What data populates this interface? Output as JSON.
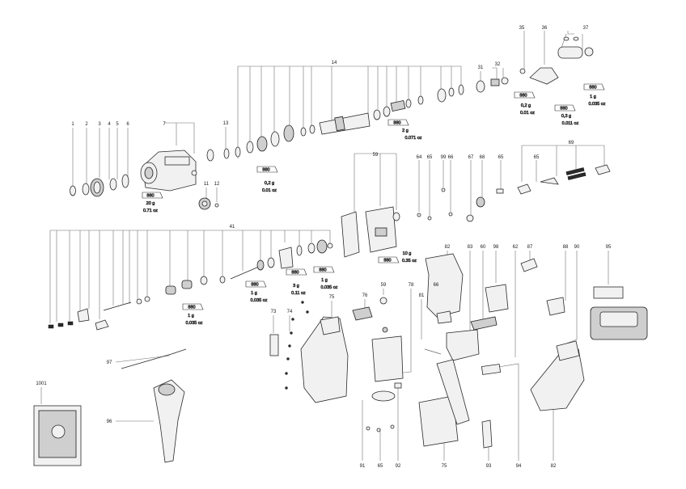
{
  "labels": [
    {
      "n": "1"
    },
    {
      "n": "2"
    },
    {
      "n": "3"
    },
    {
      "n": "4"
    },
    {
      "n": "5"
    },
    {
      "n": "6"
    },
    {
      "n": "7"
    },
    {
      "n": "11"
    },
    {
      "n": "12"
    },
    {
      "n": "13"
    },
    {
      "n": "14"
    },
    {
      "n": "31"
    },
    {
      "n": "32"
    },
    {
      "n": "35"
    },
    {
      "n": "36"
    },
    {
      "n": "37"
    },
    {
      "n": "41"
    },
    {
      "n": "59"
    },
    {
      "n": "64"
    },
    {
      "n": "65"
    },
    {
      "n": "99"
    },
    {
      "n": "66"
    },
    {
      "n": "67"
    },
    {
      "n": "68"
    },
    {
      "n": "65"
    },
    {
      "n": "65"
    },
    {
      "n": "69"
    },
    {
      "n": "82"
    },
    {
      "n": "83"
    },
    {
      "n": "60"
    },
    {
      "n": "62"
    },
    {
      "n": "87"
    },
    {
      "n": "88"
    },
    {
      "n": "90"
    },
    {
      "n": "95"
    },
    {
      "n": "98"
    },
    {
      "n": "76"
    },
    {
      "n": "59"
    },
    {
      "n": "78"
    },
    {
      "n": "66"
    },
    {
      "n": "73"
    },
    {
      "n": "74"
    },
    {
      "n": "75"
    },
    {
      "n": "81"
    },
    {
      "n": "97"
    },
    {
      "n": "96"
    },
    {
      "n": "1001"
    },
    {
      "n": "91"
    },
    {
      "n": "65"
    },
    {
      "n": "92"
    },
    {
      "n": "75"
    },
    {
      "n": "93"
    },
    {
      "n": "94"
    },
    {
      "n": "82"
    }
  ],
  "grease": [
    {
      "code": "880",
      "qty": "20 g",
      "oz": "0.71 oz"
    },
    {
      "code": "880",
      "qty": "0,2 g",
      "oz": "0.01 oz"
    },
    {
      "code": "880",
      "qty": "2 g",
      "oz": "0.071 oz"
    },
    {
      "code": "880",
      "qty": "0,2 g",
      "oz": "0.01 oz"
    },
    {
      "code": "880",
      "qty": "0,3 g",
      "oz": "0.011 oz"
    },
    {
      "code": "880",
      "qty": "1 g",
      "oz": "0.035 oz"
    },
    {
      "code": "880",
      "qty": "10 g",
      "oz": "0.35 oz"
    },
    {
      "code": "880",
      "qty": "1 g",
      "oz": "0.035 oz"
    },
    {
      "code": "880",
      "qty": "1 g",
      "oz": "0.035 oz"
    },
    {
      "code": "880",
      "qty": "3 g",
      "oz": "0.11 oz"
    },
    {
      "code": "880",
      "qty": "1 g",
      "oz": "0.035 oz"
    }
  ]
}
